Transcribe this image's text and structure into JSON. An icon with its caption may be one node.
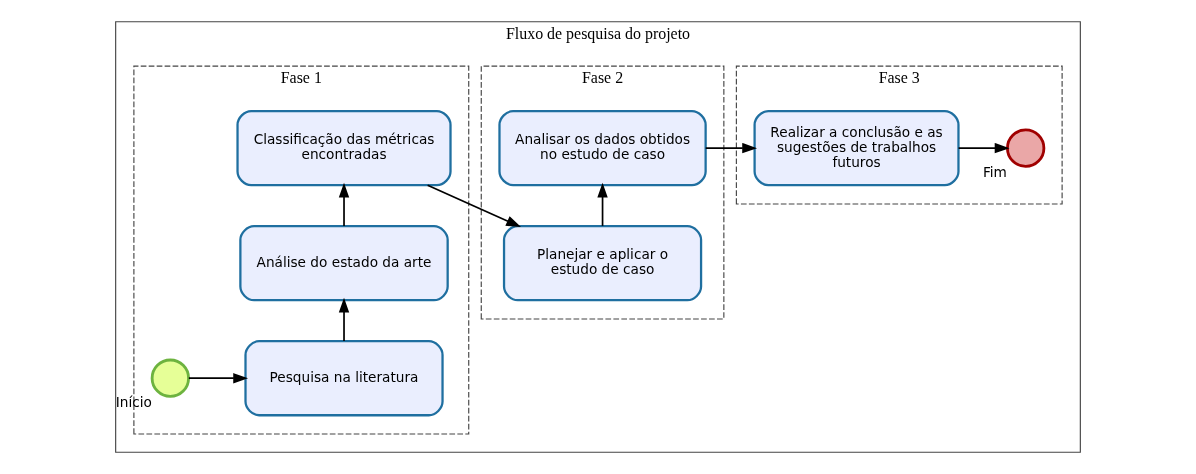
{
  "diagram": {
    "nodes": [
      {
        "text": [
          "Fluxo de pesquisa do projeto"
        ]
      },
      {
        "text": [
          "Fase 1"
        ],
        "in": 0
      },
      {
        "text": [
          "Fase 2"
        ],
        "in": 0
      },
      {
        "text": [
          "Fase 3"
        ],
        "in": 0
      },
      {
        "text": [],
        "shape": "circle",
        "beside": [
          "Início"
        ],
        "in": 1
      },
      {
        "text": [
          "Pesquisa na literatura"
        ],
        "in": 1
      },
      {
        "text": [
          "Análise do estado da arte"
        ],
        "in": 1
      },
      {
        "text": [
          "Classificação das métricas encontradas"
        ],
        "in": 1
      },
      {
        "text": [
          "Planejar e aplicar o estudo de caso"
        ],
        "in": 2
      },
      {
        "text": [
          "Analisar os dados obtidos no estudo de caso"
        ],
        "in": 2
      },
      {
        "text": [
          "Realizar a conclusão e as sugestões de trabalhos futuros"
        ],
        "in": 3
      },
      {
        "text": [],
        "shape": "circle",
        "beside": [
          "Fim"
        ],
        "in": 3
      }
    ],
    "edges": [
      {
        "from": 4,
        "to": 5,
        "arrow": "to"
      },
      {
        "from": 5,
        "to": 6,
        "arrow": "to"
      },
      {
        "from": 6,
        "to": 7,
        "arrow": "to"
      },
      {
        "from": 7,
        "to": 8,
        "arrow": "to"
      },
      {
        "from": 8,
        "to": 9,
        "arrow": "to"
      },
      {
        "from": 9,
        "to": 10,
        "arrow": "to"
      },
      {
        "from": 10,
        "to": 11,
        "arrow": "to"
      }
    ]
  }
}
